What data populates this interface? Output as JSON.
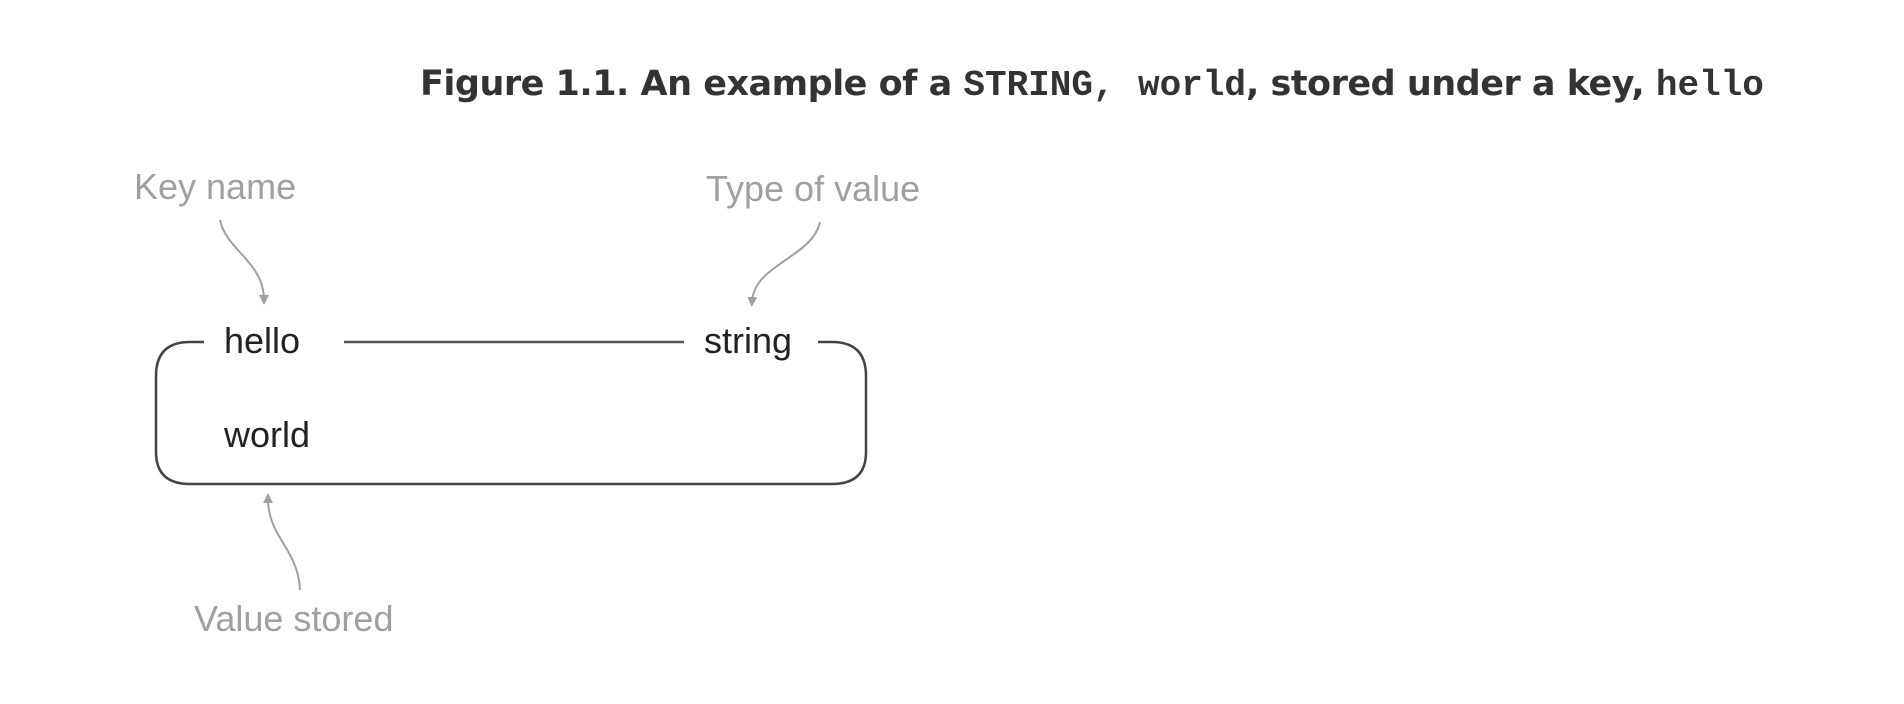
{
  "caption": {
    "prefix": "Figure 1.1. An example of a ",
    "type_code": "STRING,",
    "value_code": "world",
    "middle": ", stored under a key, ",
    "key_code": "hello"
  },
  "annotations": {
    "key_name": "Key name",
    "type_of_value": "Type of value",
    "value_stored": "Value stored"
  },
  "record": {
    "key": "hello",
    "type": "string",
    "value": "world"
  },
  "colors": {
    "annotation_text": "#a0a0a0",
    "arrow": "#a0a0a0",
    "box_border": "#444444",
    "caption_text": "#333333"
  }
}
